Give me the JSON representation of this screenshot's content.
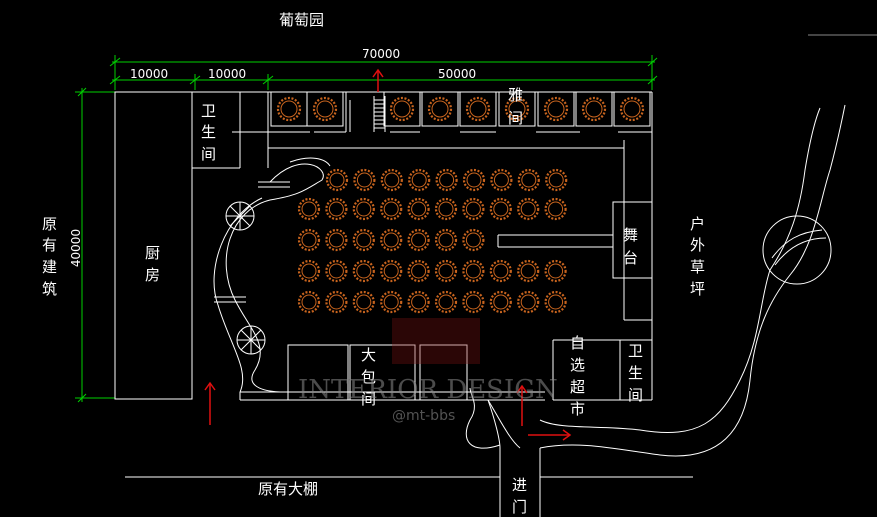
{
  "labels": {
    "vineyard": "葡萄园",
    "existing_building": [
      "原",
      "有",
      "建",
      "筑"
    ],
    "kitchen": [
      "厨",
      "房"
    ],
    "restroom_left": [
      "卫",
      "生",
      "间"
    ],
    "private_room": [
      "雅",
      "间"
    ],
    "stage": [
      "舞",
      "台"
    ],
    "outdoor_lawn": [
      "户",
      "外",
      "草",
      "坪"
    ],
    "large_private_room": [
      "大",
      "包",
      "间"
    ],
    "self_service_market": [
      "自",
      "选",
      "超",
      "市"
    ],
    "restroom_right": [
      "卫",
      "生",
      "间"
    ],
    "existing_shed": "原有大棚",
    "entrance": [
      "进",
      "门"
    ]
  },
  "dimensions": {
    "total_width": "70000",
    "seg1": "10000",
    "seg2": "10000",
    "seg3": "50000",
    "height": "40000"
  },
  "watermark": {
    "main": "INTERIOR DESIGN",
    "sub": "@mt-bbs"
  },
  "colors": {
    "background": "#000000",
    "line": "#ffffff",
    "dimension": "#00ff00",
    "table": "#c8641e",
    "arrow": "#e01010"
  }
}
